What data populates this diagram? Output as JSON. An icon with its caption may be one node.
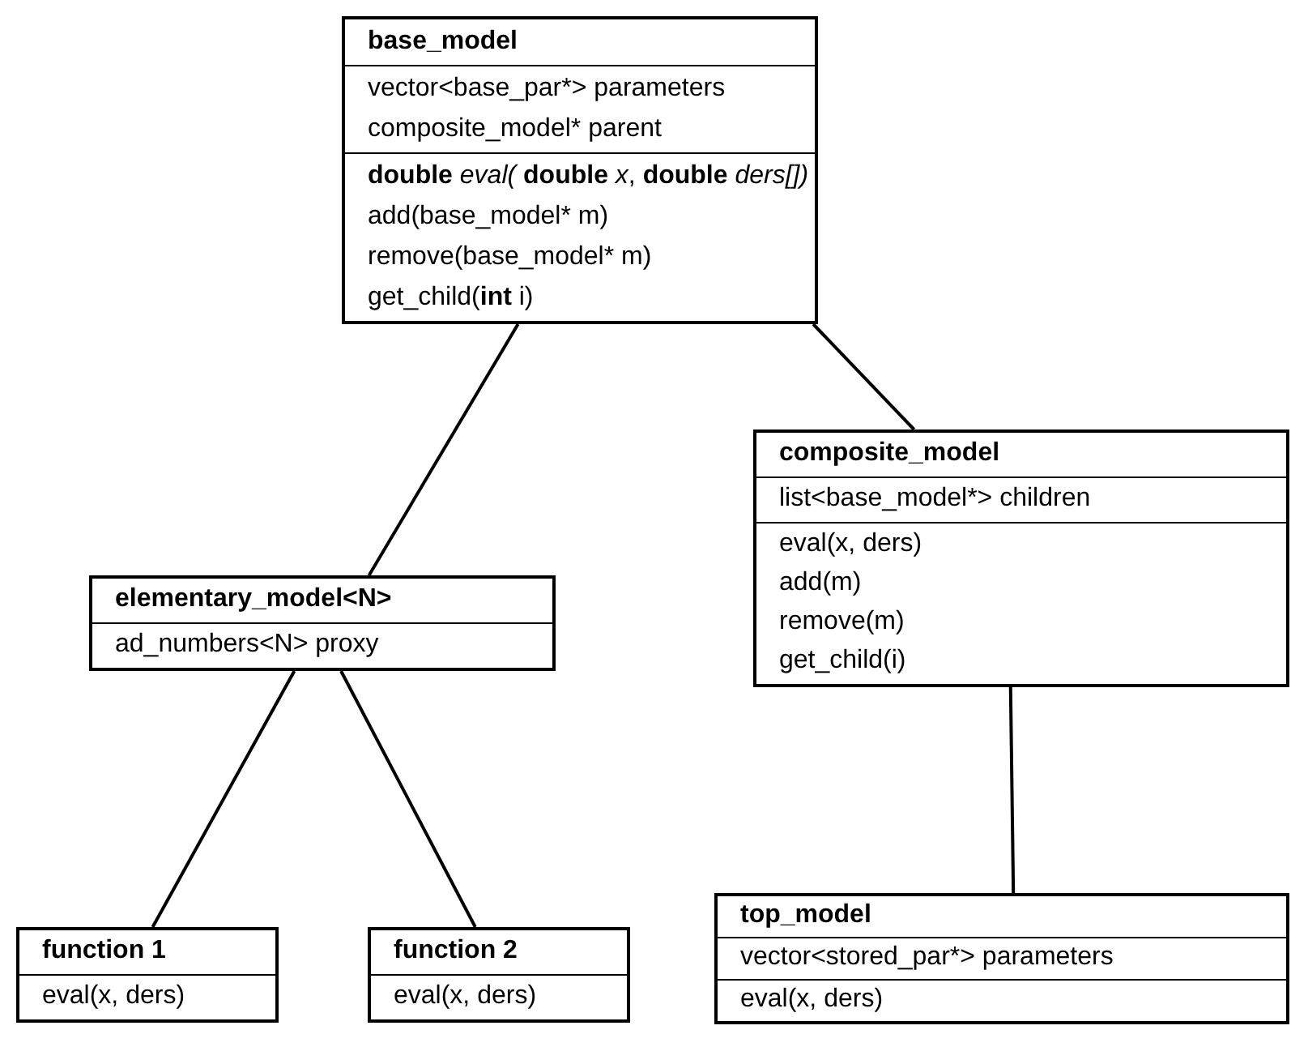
{
  "diagram": {
    "nodes": [
      {
        "text": [
          "base_model",
          "vector<base_par*> parameters",
          "composite_model* parent",
          "**double** *eval(* **double** *x*, **double** *ders[])*",
          "add(base_model* m)",
          "remove(base_model* m)",
          "get_child(**int** i)"
        ]
      },
      {
        "text": [
          "composite_model",
          "list<base_model*> children",
          "eval(x, ders)",
          "add(m)",
          "remove(m)",
          "get_child(i)"
        ]
      },
      {
        "text": [
          "elementary_model<N>",
          "ad_numbers<N> proxy"
        ]
      },
      {
        "text": [
          "top_model",
          "vector<stored_par*> parameters",
          "eval(x, ders)"
        ]
      },
      {
        "text": [
          "function 1",
          "eval(x, ders)"
        ]
      },
      {
        "text": [
          "function 2",
          "eval(x, ders)"
        ]
      }
    ],
    "edges": [
      {
        "from": 0,
        "to": 2,
        "arrow": "none"
      },
      {
        "from": 0,
        "to": 1,
        "arrow": "none"
      },
      {
        "from": 2,
        "to": 4,
        "arrow": "none"
      },
      {
        "from": 2,
        "to": 5,
        "arrow": "none"
      },
      {
        "from": 1,
        "to": 3,
        "arrow": "none"
      }
    ]
  }
}
